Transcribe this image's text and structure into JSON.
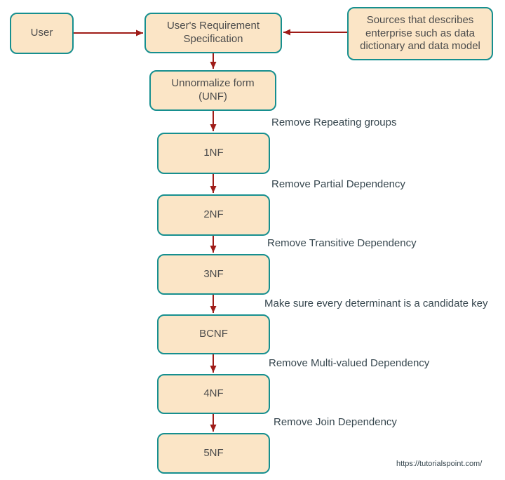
{
  "diagram": {
    "nodes": {
      "user": {
        "label": "User"
      },
      "urs": {
        "label": "User's Requirement Specification"
      },
      "sources": {
        "label": "Sources that describes enterprise such as data dictionary and data model"
      },
      "unf": {
        "label": "Unnormalize form (UNF)"
      },
      "nf1": {
        "label": "1NF"
      },
      "nf2": {
        "label": "2NF"
      },
      "nf3": {
        "label": "3NF"
      },
      "bcnf": {
        "label": "BCNF"
      },
      "nf4": {
        "label": "4NF"
      },
      "nf5": {
        "label": "5NF"
      }
    },
    "edge_labels": {
      "to_1nf": "Remove Repeating groups",
      "to_2nf": "Remove Partial Dependency",
      "to_3nf": "Remove Transitive Dependency",
      "to_bcnf": "Make sure every determinant is a candidate key",
      "to_4nf": "Remove Multi-valued Dependency",
      "to_5nf": "Remove Join Dependency"
    },
    "watermark": "https://tutorialspoint.com/"
  },
  "colors": {
    "background": "#ffffff",
    "node_fill": "#fbe5c6",
    "node_border": "#168f8f",
    "node_text": "#4d4d4d",
    "arrow": "#9f1c18",
    "label_text": "#37474f"
  }
}
